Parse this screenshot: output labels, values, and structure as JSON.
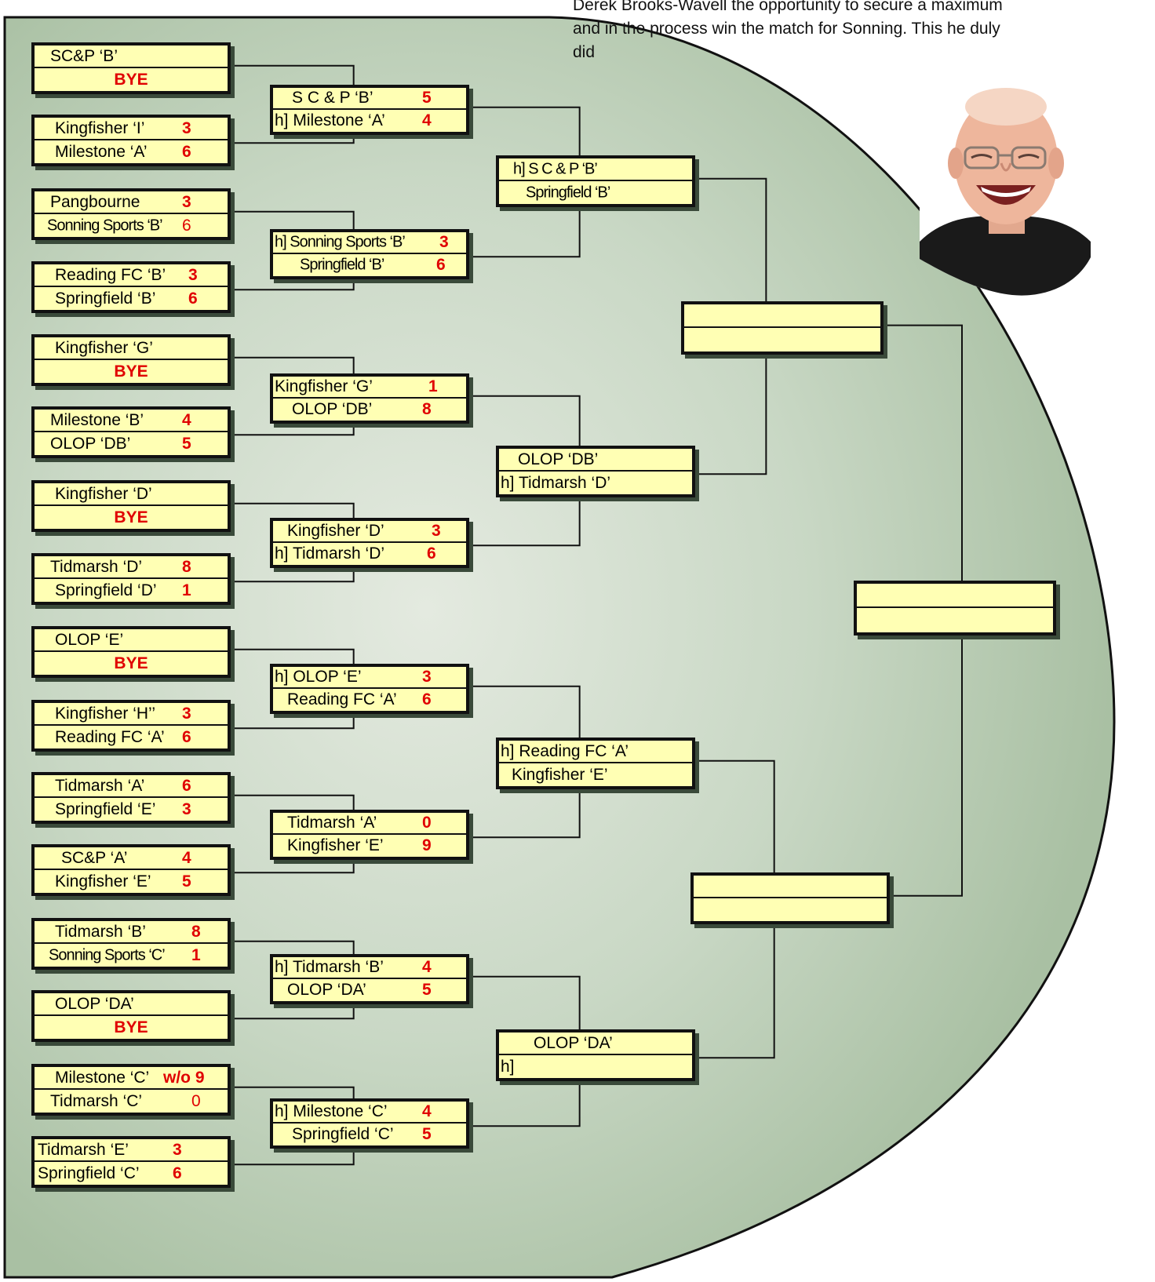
{
  "article": {
    "line1": "Derek Brooks-Wavell the opportunity to secure a maximum",
    "line2": "and in the process win the match for Sonning. This he duly",
    "line3": "did"
  },
  "photo": {
    "subject": "smiling man",
    "icon": "person-portrait"
  },
  "colors": {
    "panel": "#aec3a8",
    "panel_center": "#e4eae0",
    "box_fill": "#ffffb4",
    "score": "#e00000",
    "line": "#111111"
  },
  "round1": [
    {
      "top": {
        "team": "SC&P ‘B’"
      },
      "bot": {
        "team": "BYE",
        "bye": true
      }
    },
    {
      "top": {
        "team": "Kingfisher ‘I’",
        "score": "3"
      },
      "bot": {
        "team": "Milestone ‘A’",
        "score": "6"
      }
    },
    {
      "top": {
        "team": "Pangbourne",
        "score": "3"
      },
      "bot": {
        "team": "Sonning Sports ‘B’",
        "score": "6",
        "plain": true,
        "cond": true
      }
    },
    {
      "top": {
        "team": "Reading FC ‘B’",
        "score": "3"
      },
      "bot": {
        "team": "Springfield ‘B’",
        "score": "6"
      }
    },
    {
      "top": {
        "team": "Kingfisher ‘G’"
      },
      "bot": {
        "team": "BYE",
        "bye": true
      }
    },
    {
      "top": {
        "team": "Milestone ‘B’",
        "score": "4"
      },
      "bot": {
        "team": "OLOP ‘DB’",
        "score": "5"
      }
    },
    {
      "top": {
        "team": "Kingfisher ‘D’"
      },
      "bot": {
        "team": "BYE",
        "bye": true
      }
    },
    {
      "top": {
        "team": "Tidmarsh ‘D’",
        "score": "8"
      },
      "bot": {
        "team": "Springfield ‘D’",
        "score": "1"
      }
    },
    {
      "top": {
        "team": "OLOP ‘E’"
      },
      "bot": {
        "team": "BYE",
        "bye": true
      }
    },
    {
      "top": {
        "team": "Kingfisher ‘H’’",
        "score": "3"
      },
      "bot": {
        "team": "Reading FC ‘A’",
        "score": "6"
      }
    },
    {
      "top": {
        "team": "Tidmarsh ‘A’",
        "score": "6"
      },
      "bot": {
        "team": "Springfield ‘E’",
        "score": "3"
      }
    },
    {
      "top": {
        "team": "SC&P ‘A’",
        "score": "4"
      },
      "bot": {
        "team": "Kingfisher ‘E’",
        "score": "5"
      }
    },
    {
      "top": {
        "team": "Tidmarsh ‘B’",
        "score": "8"
      },
      "bot": {
        "team": "Sonning Sports ‘C’",
        "score": "1",
        "cond": true
      }
    },
    {
      "top": {
        "team": "OLOP ‘DA’"
      },
      "bot": {
        "team": "BYE",
        "bye": true
      }
    },
    {
      "top": {
        "team": "Milestone ‘C’",
        "score": "w/o 9"
      },
      "bot": {
        "team": "Tidmarsh ‘C’",
        "score": "0",
        "plain": true
      }
    },
    {
      "top": {
        "team": "Tidmarsh ‘E’",
        "score": "3"
      },
      "bot": {
        "team": "Springfield ‘C’",
        "score": "6"
      }
    }
  ],
  "round2": [
    {
      "top": {
        "team": "S C & P ‘B’",
        "score": "5"
      },
      "bot": {
        "team": "h] Milestone ‘A’",
        "score": "4"
      }
    },
    {
      "top": {
        "team": "h] Sonning Sports ‘B’",
        "score": "3",
        "cond": true
      },
      "bot": {
        "team": "Springfield ‘B’",
        "score": "6",
        "cond": true
      }
    },
    {
      "top": {
        "team": "Kingfisher ‘G’",
        "score": "1"
      },
      "bot": {
        "team": "OLOP ‘DB’",
        "score": "8"
      }
    },
    {
      "top": {
        "team": "Kingfisher ‘D’",
        "score": "3"
      },
      "bot": {
        "team": "h]  Tidmarsh ‘D’",
        "score": "6"
      }
    },
    {
      "top": {
        "team": "h]  OLOP ‘E’",
        "score": "3"
      },
      "bot": {
        "team": "Reading FC ‘A’",
        "score": "6"
      }
    },
    {
      "top": {
        "team": "Tidmarsh ‘A’",
        "score": "0"
      },
      "bot": {
        "team": "Kingfisher ‘E’",
        "score": "9"
      }
    },
    {
      "top": {
        "team": "h] Tidmarsh ‘B’",
        "score": "4"
      },
      "bot": {
        "team": "OLOP ‘DA’",
        "score": "5"
      }
    },
    {
      "top": {
        "team": "h]  Milestone ‘C’",
        "score": "4"
      },
      "bot": {
        "team": "Springfield ‘C’",
        "score": "5"
      }
    }
  ],
  "round3": [
    {
      "top": {
        "team": "h]  S C & P ‘B’",
        "cond": true
      },
      "bot": {
        "team": "Springfield ‘B’",
        "cond": true
      }
    },
    {
      "top": {
        "team": "OLOP ‘DB’"
      },
      "bot": {
        "team": "h]  Tidmarsh ‘D’"
      }
    },
    {
      "top": {
        "team": "h]  Reading FC ‘A’"
      },
      "bot": {
        "team": "Kingfisher ‘E’"
      }
    },
    {
      "top": {
        "team": "OLOP ‘DA’"
      },
      "bot": {
        "team": "h]"
      }
    }
  ],
  "round4": [
    {
      "top": {
        "team": ""
      },
      "bot": {
        "team": ""
      }
    },
    {
      "top": {
        "team": ""
      },
      "bot": {
        "team": ""
      }
    }
  ],
  "final": {
    "top": {
      "team": ""
    },
    "bot": {
      "team": ""
    }
  }
}
